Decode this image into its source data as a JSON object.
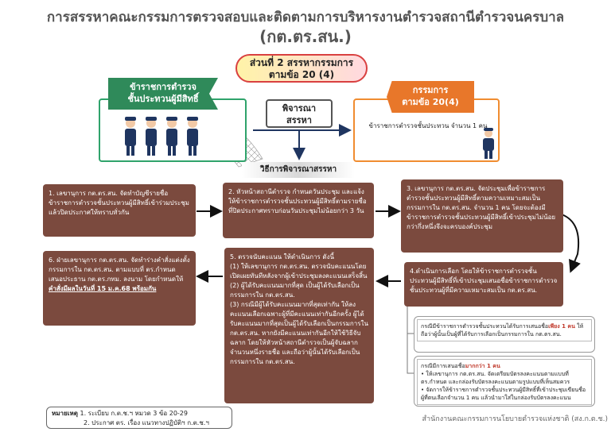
{
  "title": {
    "line1": "การสรรหาคณะกรรมการตรวจสอบและติดตามการบริหารงานตำรวจสถานีตำรวจนครบาล",
    "line2": "(กต.ตร.สน.)"
  },
  "section": {
    "line1": "ส่วนที่ 2 สรรหากรรมการ",
    "line2": "ตามข้อ 20 (4)"
  },
  "left_panel": {
    "line1": "ข้าราชการตำรวจ",
    "line2": "ชั้นประทวนผู้มีสิทธิ์"
  },
  "right_panel": {
    "line1": "กรรมการ",
    "line2": "ตามข้อ 20(4)",
    "desc": "ข้าราชการตำรวจชั้นประทวน จำนวน 1 คน"
  },
  "consider": {
    "line1": "พิจารณา",
    "line2": "สรรหา"
  },
  "method_title": "วิธีการพิจารณาสรรหา",
  "steps": {
    "s1": "1. เลขานุการ กต.ตร.สน. จัดทำบัญชีรายชื่อข้าราชการตำรวจชั้นประทวนผู้มีสิทธิ์เข้าร่วมประชุม แล้วปิดประกาศให้ทราบทั่วกัน",
    "s2": "2. หัวหน้าสถานีตำรวจ กำหนดวันประชุม และแจ้งให้ข้าราชการตำรวจชั้นประทวนผู้มีสิทธิ์ตามรายชื่อที่ปิดประกาศทราบก่อนวันประชุมไม่น้อยกว่า 3 วัน",
    "s3": "3. เลขานุการ กต.ตร.สน. จัดประชุมเพื่อข้าราชการตำรวจชั้นประทวนผู้มีสิทธิ์ตามความเหมาะสมเป็นกรรมการใน กต.ตร.สน. จำนวน 1 คน โดยจะต้องมีข้าราชการตำรวจชั้นประทวนผู้มีสิทธิ์เข้าประชุมไม่น้อยกว่ากึ่งหนึ่งจึงจะครบองค์ประชุม",
    "s4": "4.ดำเนินการเลือก โดยให้ข้าราชการตำรวจชั้นประทวนผู้มีสิทธิ์ที่เข้าประชุมเสนอชื่อข้าราชการตำรวจชั้นประทวนผู้ที่มีความเหมาะสมเป็น กต.ตร.สน.",
    "s5_head": "5. ตรวจนับคะแนน ให้ดำเนินการ ดังนี้",
    "s5_1": "(1) ให้เลขานุการ กต.ตร.สน. ตรวจนับคะแนนโดยเปิดเผยทันทีหลังจากผู้เข้าประชุมลงคะแนนเสร็จสิ้น",
    "s5_2": "(2) ผู้ได้รับคะแนนมากที่สุด เป็นผู้ได้รับเลือกเป็นกรรมการใน กต.ตร.สน.",
    "s5_3": "(3) กรณีมีผู้ได้รับคะแนนมากที่สุดเท่ากัน ให้ลงคะแนนเลือกเฉพาะผู้ที่มีคะแนนเท่ากันอีกครั้ง ผู้ได้รับคะแนนมากที่สุดเป็นผู้ได้รับเลือกเป็นกรรมการใน กต.ตร.สน. หากยังมีคะแนนเท่ากันอีกให้ใช้วิธีจับฉลาก โดยให้หัวหน้าสถานีตำรวจเป็นผู้จับฉลากจำนวนหนึ่งรายชื่อ และถือว่าผู้นั้นได้รับเลือกเป็นกรรมการใน กต.ตร.สน.",
    "s6_main": "6. ฝ่ายเลขานุการ กต.ตร.สน. จัดทำร่างคำสั่งแต่งตั้งกรรมการใน กต.ตร.สน. ตามแบบที่ ตร.กำหนด เสนอประธาน กต.ตร.กทม. ลงนาม โดยกำหนดให้",
    "s6_emph": "คำสั่งมีผลในวันที่ 15 ม.ค.68 พร้อมกัน"
  },
  "note1": {
    "pre": "กรณีมีข้าราชการตำรวจชั้นประทวนได้รับการเสนอชื่อ",
    "hl": "เพียง 1 คน",
    "post": " ให้ถือว่าผู้นั้นเป็นผู้ที่ได้รับการเลือกเป็นกรรมการใน กต.ตร.สน."
  },
  "note2": {
    "pre": "กรณีมีการเสนอชื่อ",
    "hl": "มากกว่า 1 คน",
    "b1": "ให้เลขานุการ กต.ตร.สน. จัดเตรียมบัตรลงคะแนนตามแบบที่ ตร.กำหนด และกล่องรับบัตรลงคะแนนตามรูปแบบที่เห็นสมควร",
    "b2": "จัดการให้ข้าราชการตำรวจชั้นประทวนผู้มีสิทธิ์ที่เข้าประชุมเขียนชื่อผู้ที่ตนเลือกจำนวน 1 คน แล้วนำมาใส่ในกล่องรับบัตรลงคะแนน"
  },
  "remark": {
    "label": "หมายเหตุ",
    "r1": "1. ระเบียบ ก.ต.ช.ฯ หมวด 3 ข้อ 20-29",
    "r2": "2. ประกาศ ตร. เรื่อง แนวทางปฏิบัติฯ ก.ต.ช.ฯ"
  },
  "footer": "สำนักงานคณะกรรมการนโยบายตำรวจแห่งชาติ (สง.ก.ต.ช.)",
  "colors": {
    "step": "#7b4a3e",
    "green": "#2f8a5a",
    "orange": "#e8772a",
    "navy": "#1f3560"
  }
}
